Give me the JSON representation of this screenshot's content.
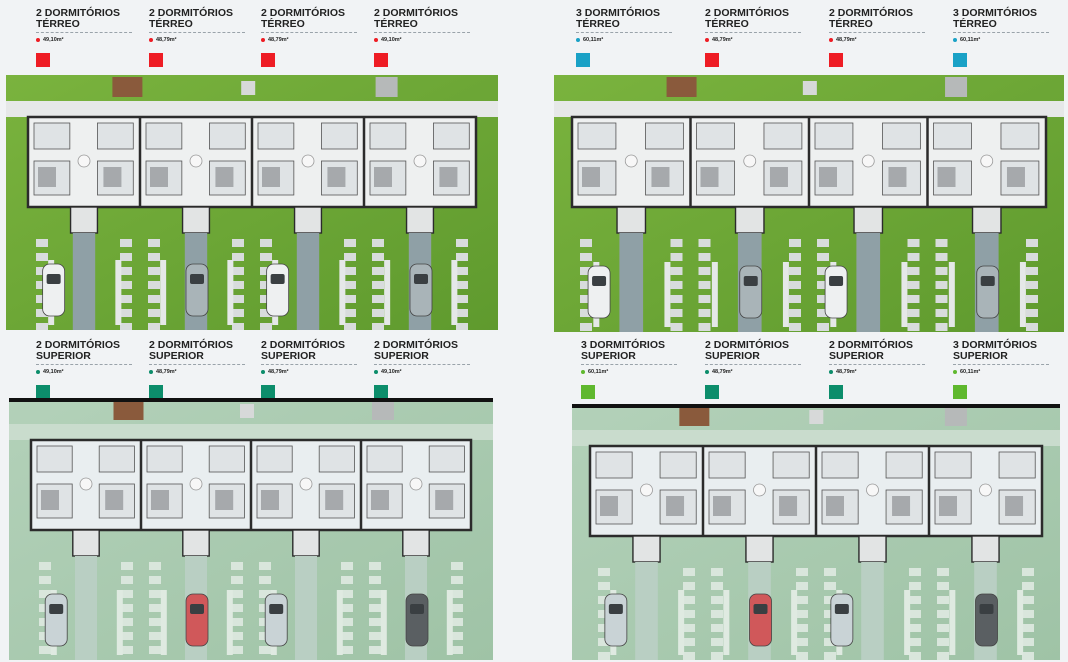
{
  "colors": {
    "red": "#ee1c24",
    "cyan": "#1aa1c6",
    "teal": "#0c8d6b",
    "green": "#5fb82e"
  },
  "panels": [
    {
      "id": "top-left",
      "units": [
        {
          "line1": "2 DORMITÓRIOS",
          "line2": "TÉRREO",
          "area": "49,10m²",
          "color": "red"
        },
        {
          "line1": "2 DORMITÓRIOS",
          "line2": "TÉRREO",
          "area": "48,79m²",
          "color": "red"
        },
        {
          "line1": "2 DORMITÓRIOS",
          "line2": "TÉRREO",
          "area": "48,79m²",
          "color": "red"
        },
        {
          "line1": "2 DORMITÓRIOS",
          "line2": "TÉRREO",
          "area": "49,10m²",
          "color": "red"
        }
      ]
    },
    {
      "id": "top-right",
      "units": [
        {
          "line1": "3 DORMITÓRIOS",
          "line2": "TÉRREO",
          "area": "60,11m²",
          "color": "cyan"
        },
        {
          "line1": "2 DORMITÓRIOS",
          "line2": "TÉRREO",
          "area": "48,79m²",
          "color": "red"
        },
        {
          "line1": "2 DORMITÓRIOS",
          "line2": "TÉRREO",
          "area": "48,79m²",
          "color": "red"
        },
        {
          "line1": "3 DORMITÓRIOS",
          "line2": "TÉRREO",
          "area": "60,11m²",
          "color": "cyan"
        }
      ]
    },
    {
      "id": "bottom-left",
      "units": [
        {
          "line1": "2 DORMITÓRIOS",
          "line2": "SUPERIOR",
          "area": "49,10m²",
          "color": "teal"
        },
        {
          "line1": "2 DORMITÓRIOS",
          "line2": "SUPERIOR",
          "area": "48,79m²",
          "color": "teal"
        },
        {
          "line1": "2 DORMITÓRIOS",
          "line2": "SUPERIOR",
          "area": "48,79m²",
          "color": "teal"
        },
        {
          "line1": "2 DORMITÓRIOS",
          "line2": "SUPERIOR",
          "area": "49,10m²",
          "color": "teal"
        }
      ]
    },
    {
      "id": "bottom-right",
      "units": [
        {
          "line1": "3 DORMITÓRIOS",
          "line2": "SUPERIOR",
          "area": "60,11m²",
          "color": "green"
        },
        {
          "line1": "2 DORMITÓRIOS",
          "line2": "SUPERIOR",
          "area": "48,79m²",
          "color": "teal"
        },
        {
          "line1": "2 DORMITÓRIOS",
          "line2": "SUPERIOR",
          "area": "48,79m²",
          "color": "teal"
        },
        {
          "line1": "3 DORMITÓRIOS",
          "line2": "SUPERIOR",
          "area": "60,11m²",
          "color": "green"
        }
      ]
    }
  ]
}
